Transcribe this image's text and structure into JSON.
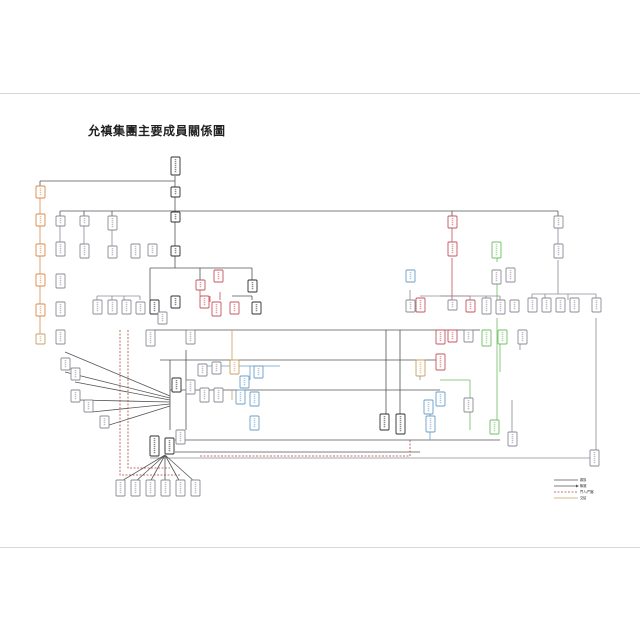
{
  "title": "允禛集團主要成員關係圖",
  "legend": [
    {
      "label": "親族",
      "style": "solid",
      "color": "#555555",
      "arrow": false
    },
    {
      "label": "聯姻",
      "style": "solid",
      "color": "#555555",
      "arrow": true
    },
    {
      "label": "門人/門客",
      "style": "dashed",
      "color": "#b04a44",
      "arrow": false
    },
    {
      "label": "交結",
      "style": "solid",
      "color": "#c4a063",
      "arrow": false
    }
  ],
  "colors": {
    "gray": "#8a8a96",
    "dark": "#2e2e2e",
    "orange": "#d9894a",
    "red": "#c4555d",
    "green": "#6fbf63",
    "blue": "#6a9ec9",
    "tan": "#c8a061",
    "brown": "#8a4a3a"
  }
}
